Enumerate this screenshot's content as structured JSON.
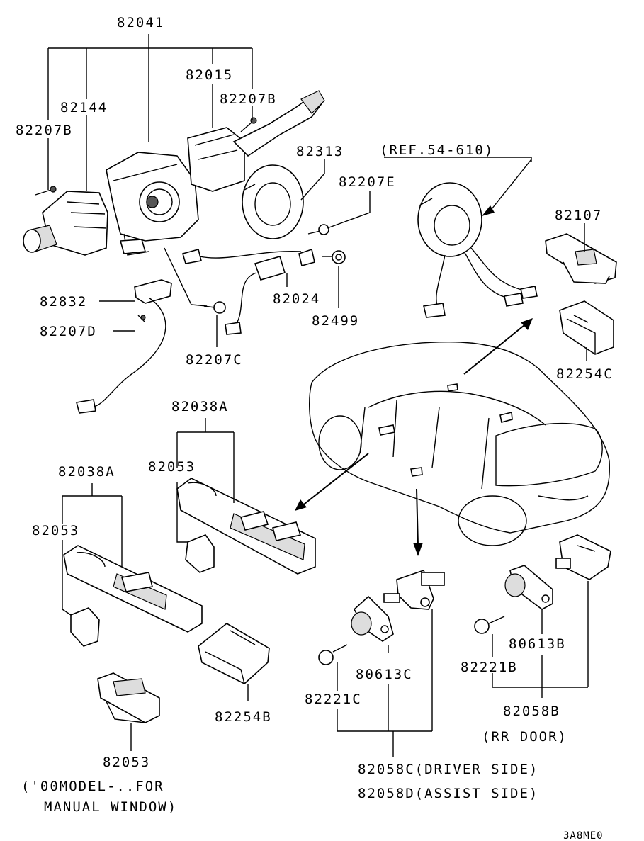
{
  "labels": {
    "p82041": "82041",
    "p82015": "82015",
    "p82207B_top": "82207B",
    "p82144": "82144",
    "p82207B_left": "82207B",
    "p82313": "82313",
    "ref": "(REF.54-610)",
    "p82207E": "82207E",
    "p82107": "82107",
    "p82832": "82832",
    "p82024": "82024",
    "p82207D": "82207D",
    "p82499": "82499",
    "p82207C": "82207C",
    "p82254C": "82254C",
    "p82038A_right": "82038A",
    "p82053_mid": "82053",
    "p82038A_left": "82038A",
    "p82053_left": "82053",
    "p80613B": "80613B",
    "p82221B": "82221B",
    "p80613C": "80613C",
    "p82254B": "82254B",
    "p82221C": "82221C",
    "p82058B": "82058B",
    "rr_door": "(RR DOOR)",
    "p82053_bottom": "82053",
    "p82058C": "82058C(DRIVER SIDE)",
    "p82058D": "82058D(ASSIST SIDE)",
    "note_line1": "('00MODEL-..FOR",
    "note_line2": "MANUAL WINDOW)",
    "code": "3A8ME0"
  }
}
